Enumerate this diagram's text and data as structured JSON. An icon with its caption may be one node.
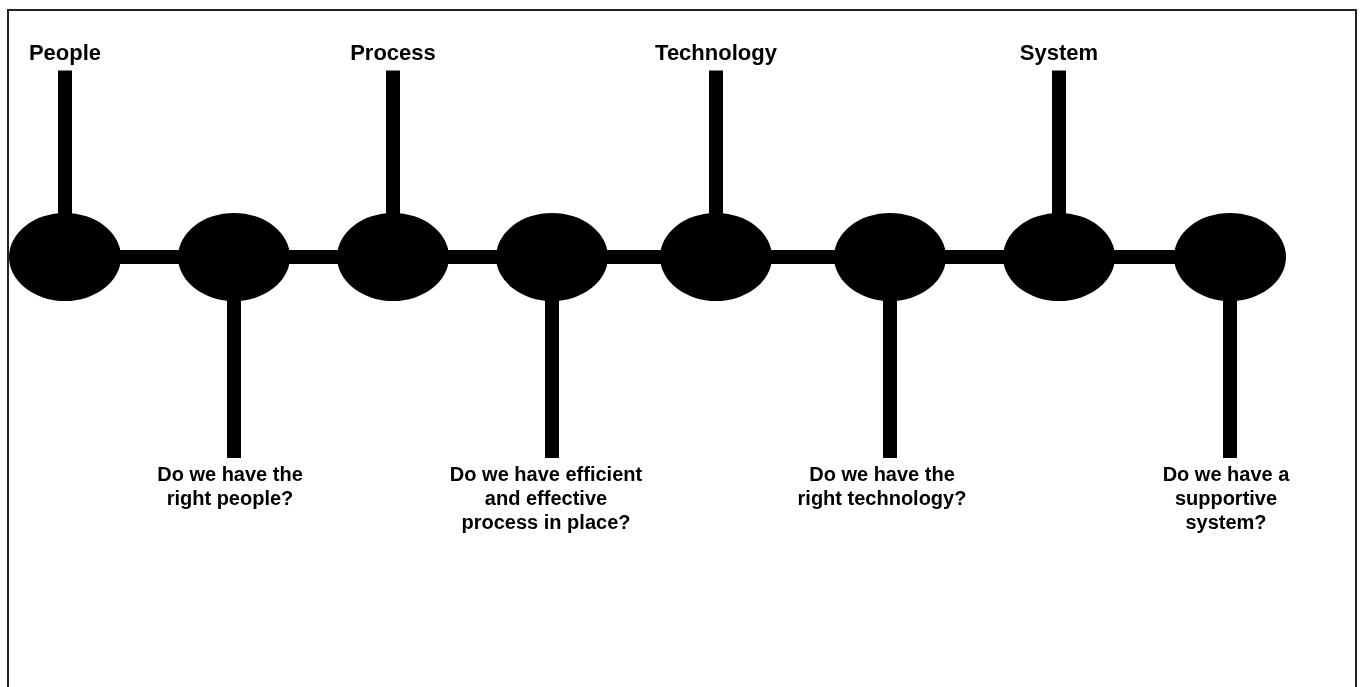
{
  "diagram": {
    "nodes": [
      {
        "text": [
          "People"
        ]
      },
      {
        "text": [
          "Process"
        ]
      },
      {
        "text": [
          "Technology"
        ]
      },
      {
        "text": [
          "System"
        ]
      },
      {
        "text": [],
        "shape": "circle"
      },
      {
        "text": [],
        "shape": "circle"
      },
      {
        "text": [],
        "shape": "circle"
      },
      {
        "text": [],
        "shape": "circle"
      },
      {
        "text": [],
        "shape": "circle"
      },
      {
        "text": [],
        "shape": "circle"
      },
      {
        "text": [],
        "shape": "circle"
      },
      {
        "text": [],
        "shape": "circle"
      },
      {
        "text": [
          "Do we have the right people?"
        ]
      },
      {
        "text": [
          "Do we have efficient and effective process in place?"
        ]
      },
      {
        "text": [
          "Do we have the right technology?"
        ]
      },
      {
        "text": [
          "Do we have a supportive system?"
        ]
      }
    ],
    "edges": [
      {
        "from": 4,
        "to": 5,
        "arrow": "none"
      },
      {
        "from": 5,
        "to": 6,
        "arrow": "none"
      },
      {
        "from": 6,
        "to": 7,
        "arrow": "none"
      },
      {
        "from": 7,
        "to": 8,
        "arrow": "none"
      },
      {
        "from": 8,
        "to": 9,
        "arrow": "none"
      },
      {
        "from": 9,
        "to": 10,
        "arrow": "none"
      },
      {
        "from": 10,
        "to": 11,
        "arrow": "none"
      },
      {
        "from": 0,
        "to": 4,
        "arrow": "none"
      },
      {
        "from": 1,
        "to": 6,
        "arrow": "none"
      },
      {
        "from": 2,
        "to": 8,
        "arrow": "none"
      },
      {
        "from": 3,
        "to": 10,
        "arrow": "none"
      },
      {
        "from": 5,
        "to": 12,
        "arrow": "none"
      },
      {
        "from": 7,
        "to": 13,
        "arrow": "none"
      },
      {
        "from": 9,
        "to": 14,
        "arrow": "none"
      },
      {
        "from": 11,
        "to": 15,
        "arrow": "none"
      }
    ]
  }
}
